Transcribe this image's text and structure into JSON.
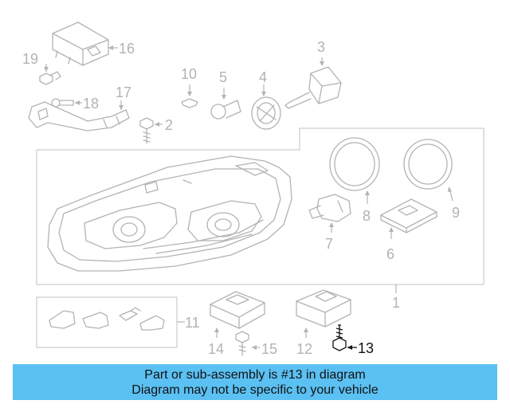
{
  "labels": {
    "p1": "1",
    "p2": "2",
    "p3": "3",
    "p4": "4",
    "p5": "5",
    "p6": "6",
    "p7": "7",
    "p8": "8",
    "p9": "9",
    "p10": "10",
    "p11": "11",
    "p12": "12",
    "p13": "13",
    "p14": "14",
    "p15": "15",
    "p16": "16",
    "p17": "17",
    "p18": "18",
    "p19": "19"
  },
  "highlight_part": "13",
  "colors": {
    "banner": "#5bc0f2",
    "part_line": "#b3b3b3",
    "highlight": "#111111"
  },
  "banner": {
    "line1": "Part or sub-assembly is #13 in diagram",
    "line2": "Diagram may not be specific to your vehicle"
  }
}
